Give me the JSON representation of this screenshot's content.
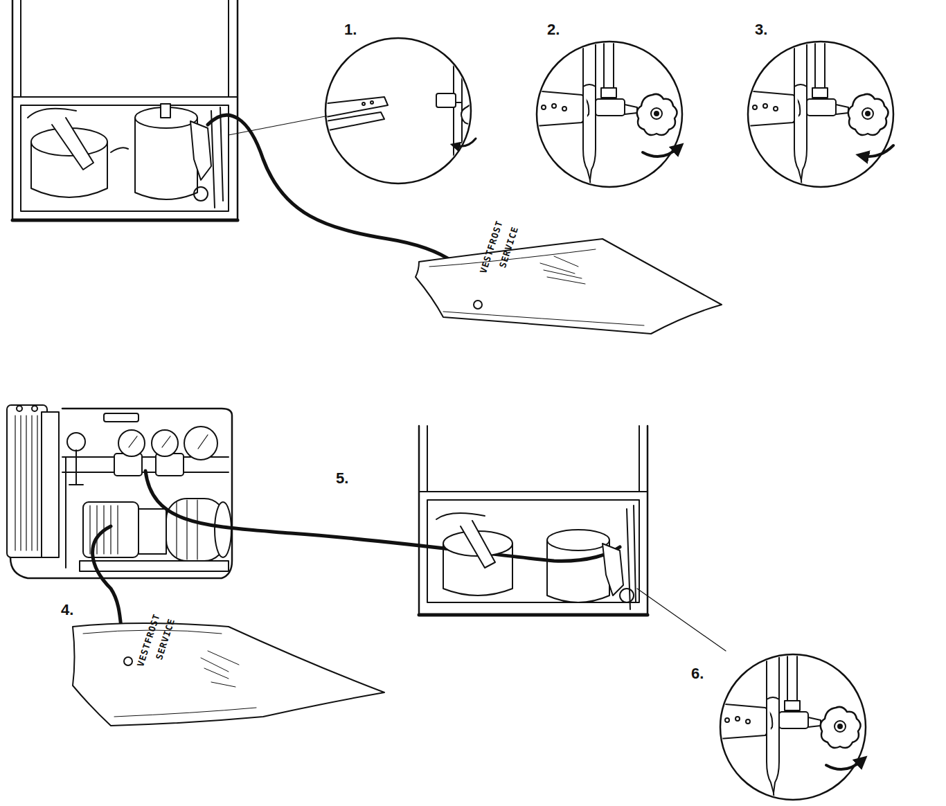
{
  "diagram": {
    "labels": [
      "1.",
      "2.",
      "3.",
      "VESTFROST",
      "SERVICE",
      "VESTFROST",
      "SERVICE",
      "4.",
      "5.",
      "6."
    ]
  }
}
